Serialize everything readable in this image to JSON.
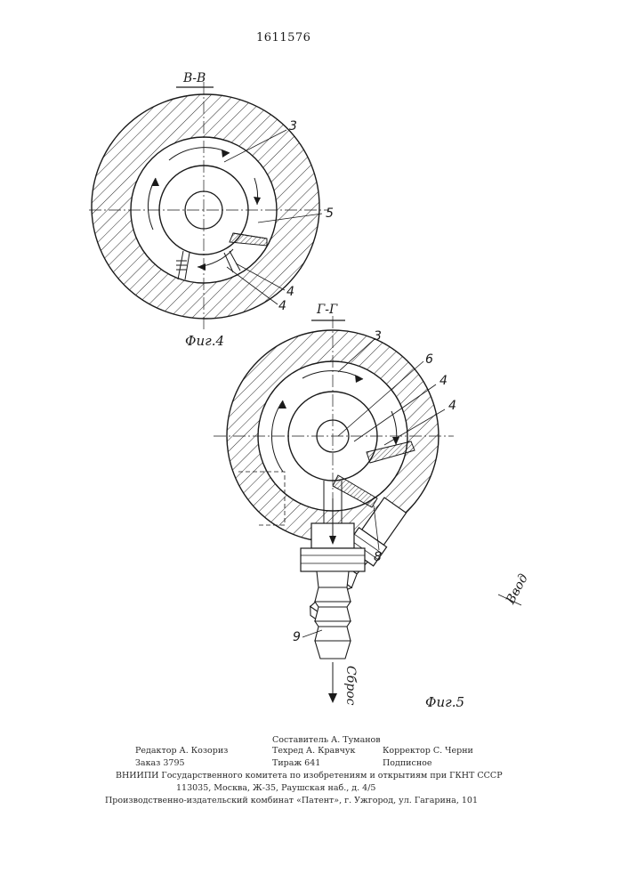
{
  "patent_number": "1611576",
  "fig4": {
    "section_label": "В-В",
    "caption": "Фиг.4",
    "callouts": [
      "3",
      "5",
      "4",
      "4"
    ]
  },
  "fig5": {
    "section_label": "Г-Г",
    "caption": "Фиг.5",
    "callouts": [
      "3",
      "6",
      "4",
      "4",
      "8",
      "9"
    ],
    "inlet_label": "Ввод",
    "outlet_label": "Сброс"
  },
  "colophon": {
    "editor": "Редактор А. Козориз",
    "order": "Заказ 3795",
    "compiler": "Составитель А. Туманов",
    "techred": "Техред А. Кравчук",
    "circulation": "Тираж 641",
    "corrector": "Корректор С. Черни",
    "subscription": "Подписное",
    "vniipi": "ВНИИПИ Государственного комитета по изобретениям и открытиям при ГКНТ СССР",
    "address": "113035, Москва, Ж-35, Раушская наб., д. 4/5",
    "publisher": "Производственно-издательский комбинат «Патент», г. Ужгород, ул. Гагарина, 101"
  }
}
